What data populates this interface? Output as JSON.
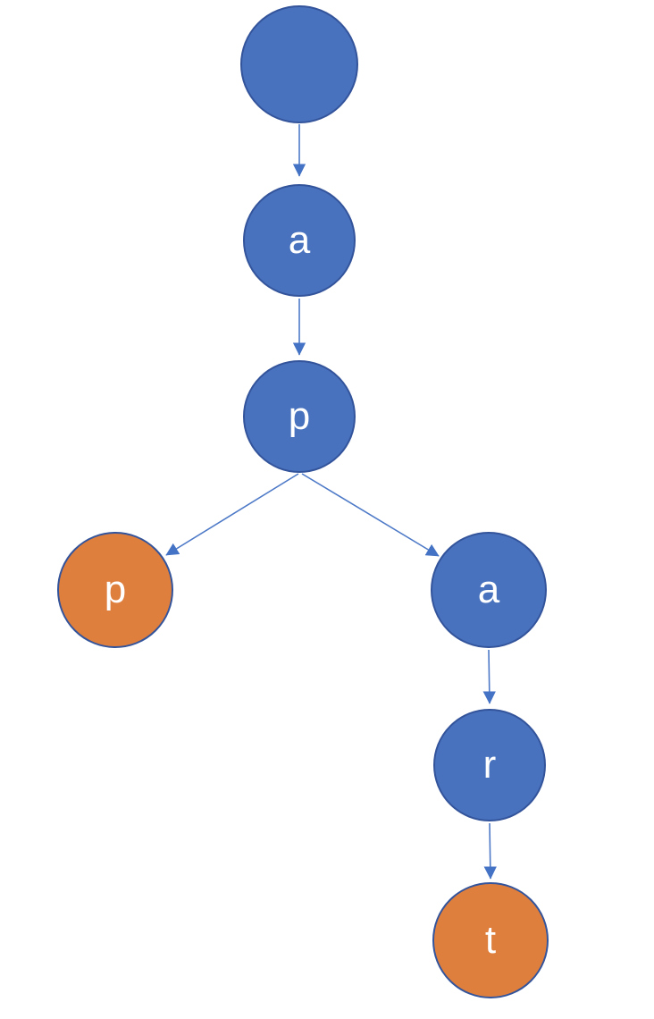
{
  "diagram": {
    "type": "tree",
    "description": "Trie-style tree diagram of lettered circle nodes connected by arrows",
    "colors": {
      "node_blue": "#4872BE",
      "node_orange": "#DF7F3E",
      "node_border": "#33549B",
      "edge": "#4d79c7",
      "label": "#FFFFFF",
      "bg": "#FFFFFF"
    },
    "nodes": [
      {
        "id": "root",
        "label": "",
        "color": "blue",
        "level": 0
      },
      {
        "id": "a1",
        "label": "a",
        "color": "blue",
        "level": 1
      },
      {
        "id": "p1",
        "label": "p",
        "color": "blue",
        "level": 2
      },
      {
        "id": "p2",
        "label": "p",
        "color": "orange",
        "level": 3
      },
      {
        "id": "a2",
        "label": "a",
        "color": "blue",
        "level": 3
      },
      {
        "id": "r",
        "label": "r",
        "color": "blue",
        "level": 4
      },
      {
        "id": "t",
        "label": "t",
        "color": "orange",
        "level": 5
      }
    ],
    "edges": [
      {
        "from": "root",
        "to": "a1"
      },
      {
        "from": "a1",
        "to": "p1"
      },
      {
        "from": "p1",
        "to": "p2"
      },
      {
        "from": "p1",
        "to": "a2"
      },
      {
        "from": "a2",
        "to": "r"
      },
      {
        "from": "r",
        "to": "t"
      }
    ]
  }
}
